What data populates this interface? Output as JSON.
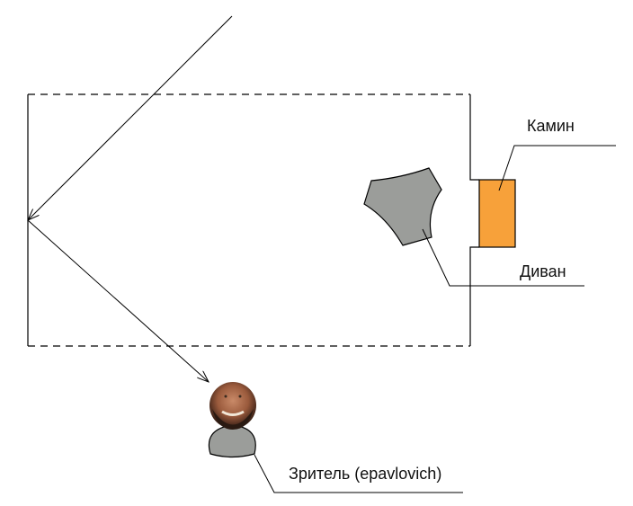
{
  "labels": {
    "fireplace": "Камин",
    "sofa": "Диван",
    "viewer": "Зритель (epavlovich)"
  },
  "colors": {
    "fireplace": "#f7a13a",
    "sofa": "#9b9d9a",
    "lines": "#000000"
  },
  "icons": {
    "viewer_avatar": "person-photo-avatar"
  }
}
